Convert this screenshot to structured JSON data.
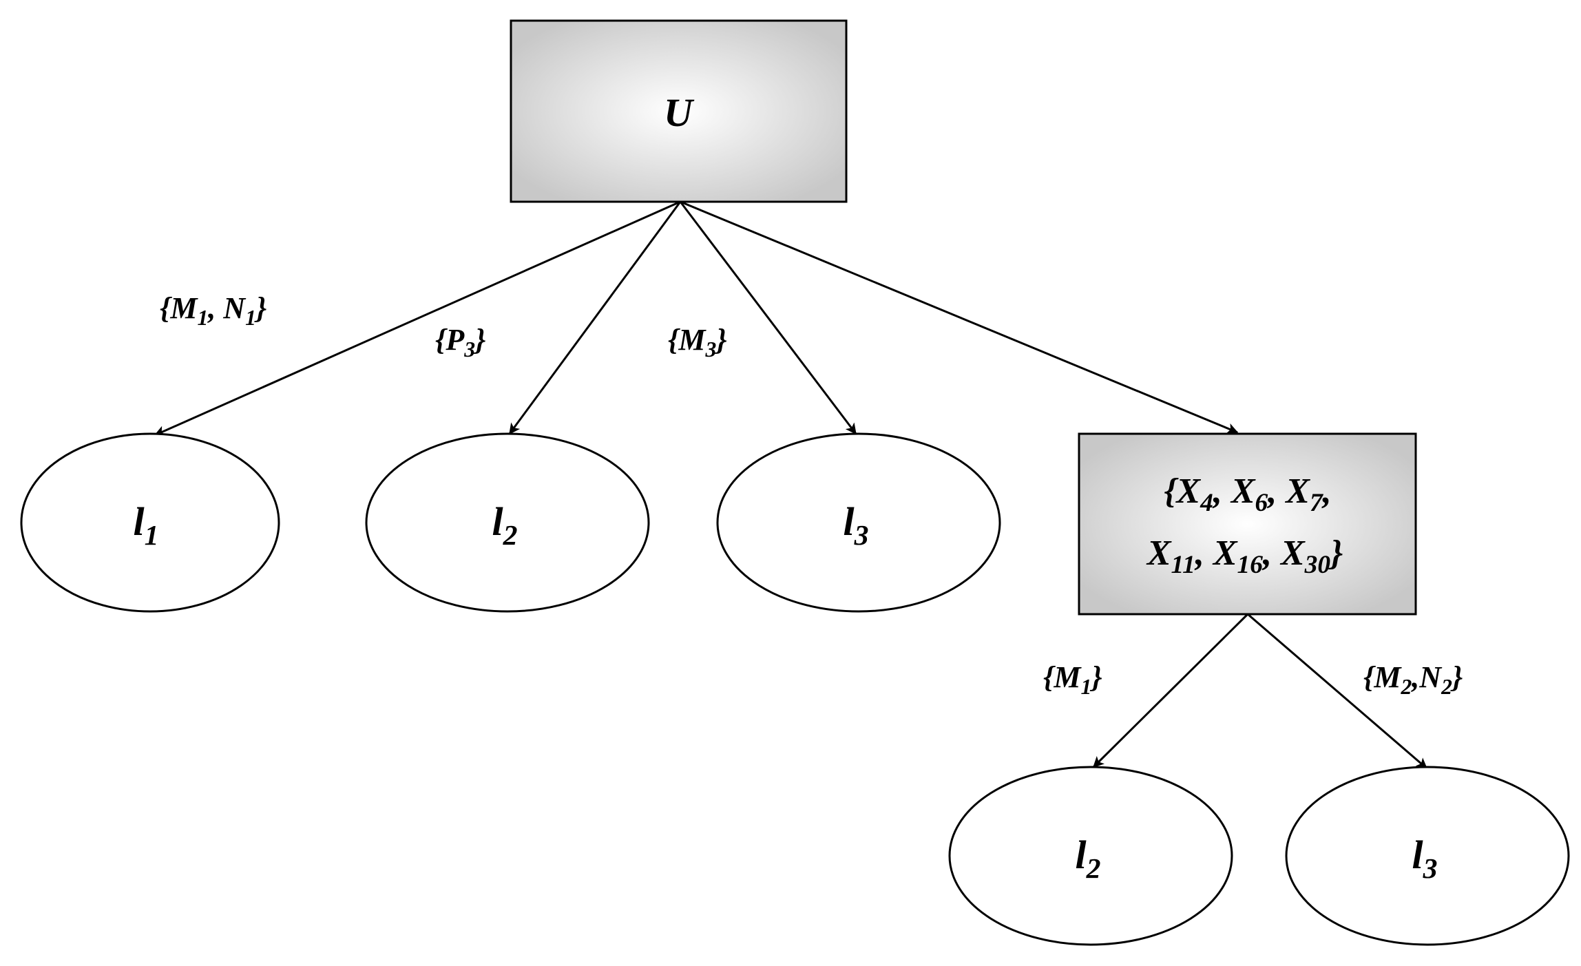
{
  "root": {
    "label": "U"
  },
  "group_node": {
    "line1": {
      "p1": "{X",
      "s1": "4",
      "p2": ", X",
      "s2": "6",
      "p3": ", X",
      "s3": "7",
      "p4": ","
    },
    "line2": {
      "p1": "X",
      "s1": "11",
      "p2": ", X",
      "s2": "16",
      "p3": ", X",
      "s3": "30",
      "p4": "}"
    }
  },
  "leaves": [
    {
      "base": "l",
      "sub": "1"
    },
    {
      "base": "l",
      "sub": "2"
    },
    {
      "base": "l",
      "sub": "3"
    },
    {
      "base": "l",
      "sub": "2"
    },
    {
      "base": "l",
      "sub": "3"
    }
  ],
  "edge_labels": {
    "root_to_l1": {
      "p1": "{M",
      "s1": "1",
      "p2": ", N",
      "s2": "1",
      "p3": "}"
    },
    "root_to_l2": {
      "p1": "{P",
      "s1": "3",
      "p2": "}"
    },
    "root_to_l3": {
      "p1": "{M",
      "s1": "3",
      "p2": "}"
    },
    "group_to_l2": {
      "p1": "{M",
      "s1": "1",
      "p2": "}"
    },
    "group_to_l3": {
      "p1": "{M",
      "s1": "2",
      "p2": ",N",
      "s2": "2",
      "p3": "}"
    }
  },
  "colors": {
    "box_gradient_center": "#ffffff",
    "box_gradient_edge": "#c8c8c8",
    "stroke": "#000000"
  }
}
